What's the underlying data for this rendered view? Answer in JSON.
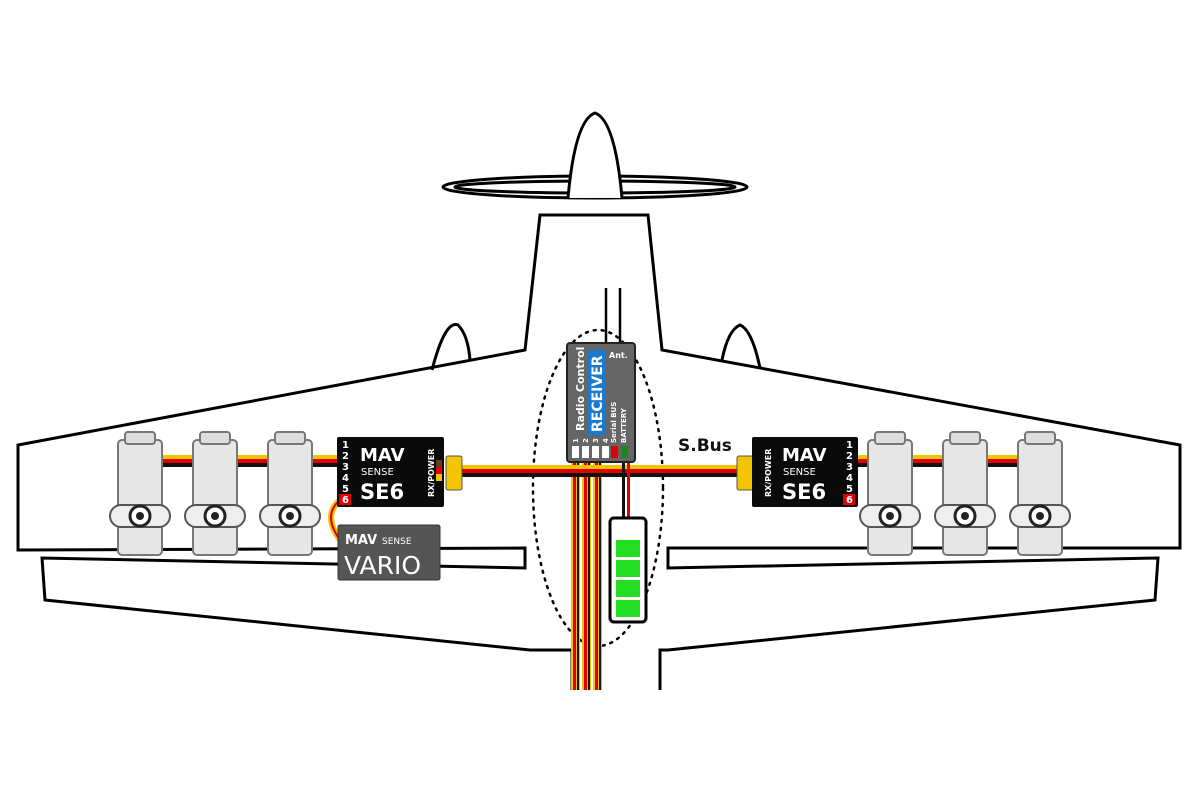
{
  "receiver": {
    "title1": "Radio Control",
    "title2": "RECEIVER",
    "antenna": "Ant.",
    "serial_bus": "Serial BUS",
    "battery": "BATTERY",
    "channels": [
      "1",
      "2",
      "3",
      "4"
    ]
  },
  "sbus_label": "S.Bus",
  "se6_left": {
    "brand1": "MAV",
    "brand2": "SENSE",
    "model": "SE6",
    "power": "RX/POWER",
    "ports": [
      "1",
      "2",
      "3",
      "4",
      "5",
      "6"
    ]
  },
  "se6_right": {
    "brand1": "MAV",
    "brand2": "SENSE",
    "model": "SE6",
    "power": "RX/POWER",
    "ports": [
      "1",
      "2",
      "3",
      "4",
      "5",
      "6"
    ]
  },
  "vario": {
    "brand1": "MAV",
    "brand2": "SENSE",
    "model": "VARIO"
  },
  "colors": {
    "wire_yellow": "#f5c400",
    "wire_red": "#e00000",
    "wire_black": "#111111",
    "receiver_blue": "#1a7ad0",
    "battery_green": "#22dd22",
    "device_black": "#0a0a0a",
    "device_gray": "#555555"
  }
}
